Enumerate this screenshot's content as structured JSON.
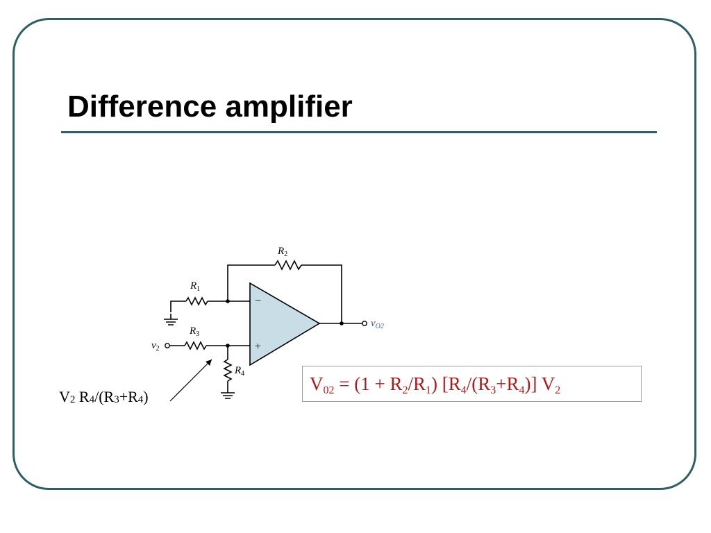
{
  "slide": {
    "title": "Difference amplifier"
  },
  "circuit": {
    "labels": {
      "r1": "R",
      "r1_sub": "1",
      "r2": "R",
      "r2_sub": "2",
      "r3": "R",
      "r3_sub": "3",
      "r4": "R",
      "r4_sub": "4",
      "v2": "v",
      "v2_sub": "2",
      "vo2": "v",
      "vo2_sub": "O2",
      "minus": "−",
      "plus": "+"
    },
    "colors": {
      "opamp_fill": "#c9dde6",
      "wire": "#000000"
    }
  },
  "annotation": {
    "v": "V",
    "v_sub": "2",
    "r4a": " R",
    "r4a_sub": "4",
    "mid": "/(R",
    "r3_sub": "3",
    "plus_r": "+R",
    "r4b_sub": "4",
    "close": ")"
  },
  "formula": {
    "v": "V",
    "v_sub": "02",
    "p1": " = (1 + R",
    "s1": "2",
    "p2": "/R",
    "s2": "1",
    "p3": ") [R",
    "s3": "4",
    "p4": "/(R",
    "s4": "3",
    "p5": "+R",
    "s5": "4",
    "p6": ")] V",
    "s6": "2",
    "color": "#b01a1a"
  }
}
